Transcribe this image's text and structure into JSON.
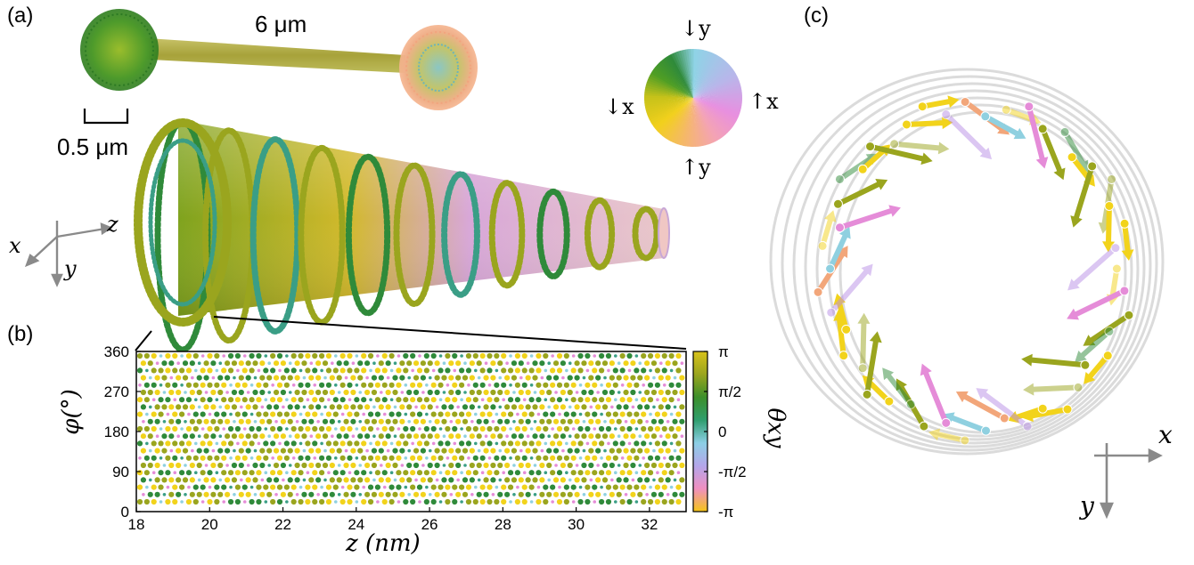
{
  "panels": {
    "a": "(a)",
    "b": "(b)",
    "c": "(c)"
  },
  "panel_a": {
    "length_label": "6 μm",
    "scale_label": "0.5 μm",
    "axes": {
      "x": "x",
      "y": "y",
      "z": "z"
    },
    "color_wheel": {
      "top": "↓y",
      "bottom": "↑y",
      "left": "↓x",
      "right": "↑x"
    }
  },
  "panel_c": {
    "axes": {
      "x": "x",
      "y": "y"
    }
  },
  "colors": {
    "olive": "#9aa51e",
    "green": "#2f8a3a",
    "yellow": "#f2d31b",
    "peach": "#f2a67a",
    "pink": "#e58cd8",
    "violet": "#b98ee6",
    "cyan": "#8fd0e0",
    "teal": "#3a9e86"
  },
  "chart_data": {
    "type": "heatmap",
    "title": "",
    "xlabel": "z (nm)",
    "ylabel": "φ(°)",
    "xlim": [
      18,
      33
    ],
    "ylim": [
      0,
      360
    ],
    "x_ticks": [
      "18",
      "20",
      "22",
      "24",
      "26",
      "28",
      "30",
      "32"
    ],
    "y_ticks": [
      "0",
      "90",
      "180",
      "270",
      "360"
    ],
    "colorbar": {
      "label": "θxy",
      "ticks": [
        "π",
        "π/2",
        "0",
        "-π/2",
        "-π"
      ],
      "range": [
        "-π",
        "π"
      ],
      "colors": [
        "#f5c518",
        "#f08fc0",
        "#b4a6ea",
        "#8ccfe5",
        "#2f9e6e",
        "#3c8f2a",
        "#9aa51e",
        "#d8c21a"
      ]
    },
    "pattern": "periodic diagonal stripes of points colored by θxy (mostly olive/green/yellow)"
  }
}
